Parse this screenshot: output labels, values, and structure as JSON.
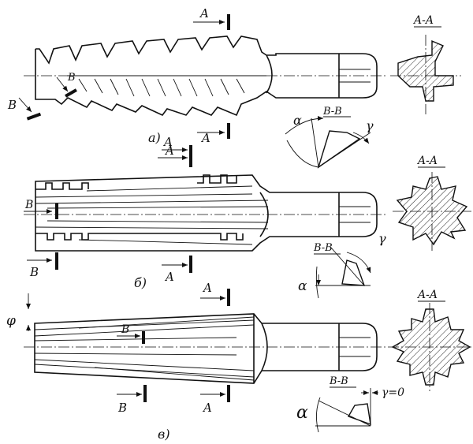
{
  "labels": {
    "section_aa": "A-A",
    "section_bb": "B-B",
    "mark_a": "A",
    "mark_b": "B",
    "angle_alpha": "α",
    "angle_gamma": "γ",
    "angle_phi": "φ",
    "gamma_zero": "γ=0"
  },
  "figures": [
    {
      "id": "a",
      "caption": "а)"
    },
    {
      "id": "b",
      "caption": "б)"
    },
    {
      "id": "v",
      "caption": "в)"
    }
  ]
}
